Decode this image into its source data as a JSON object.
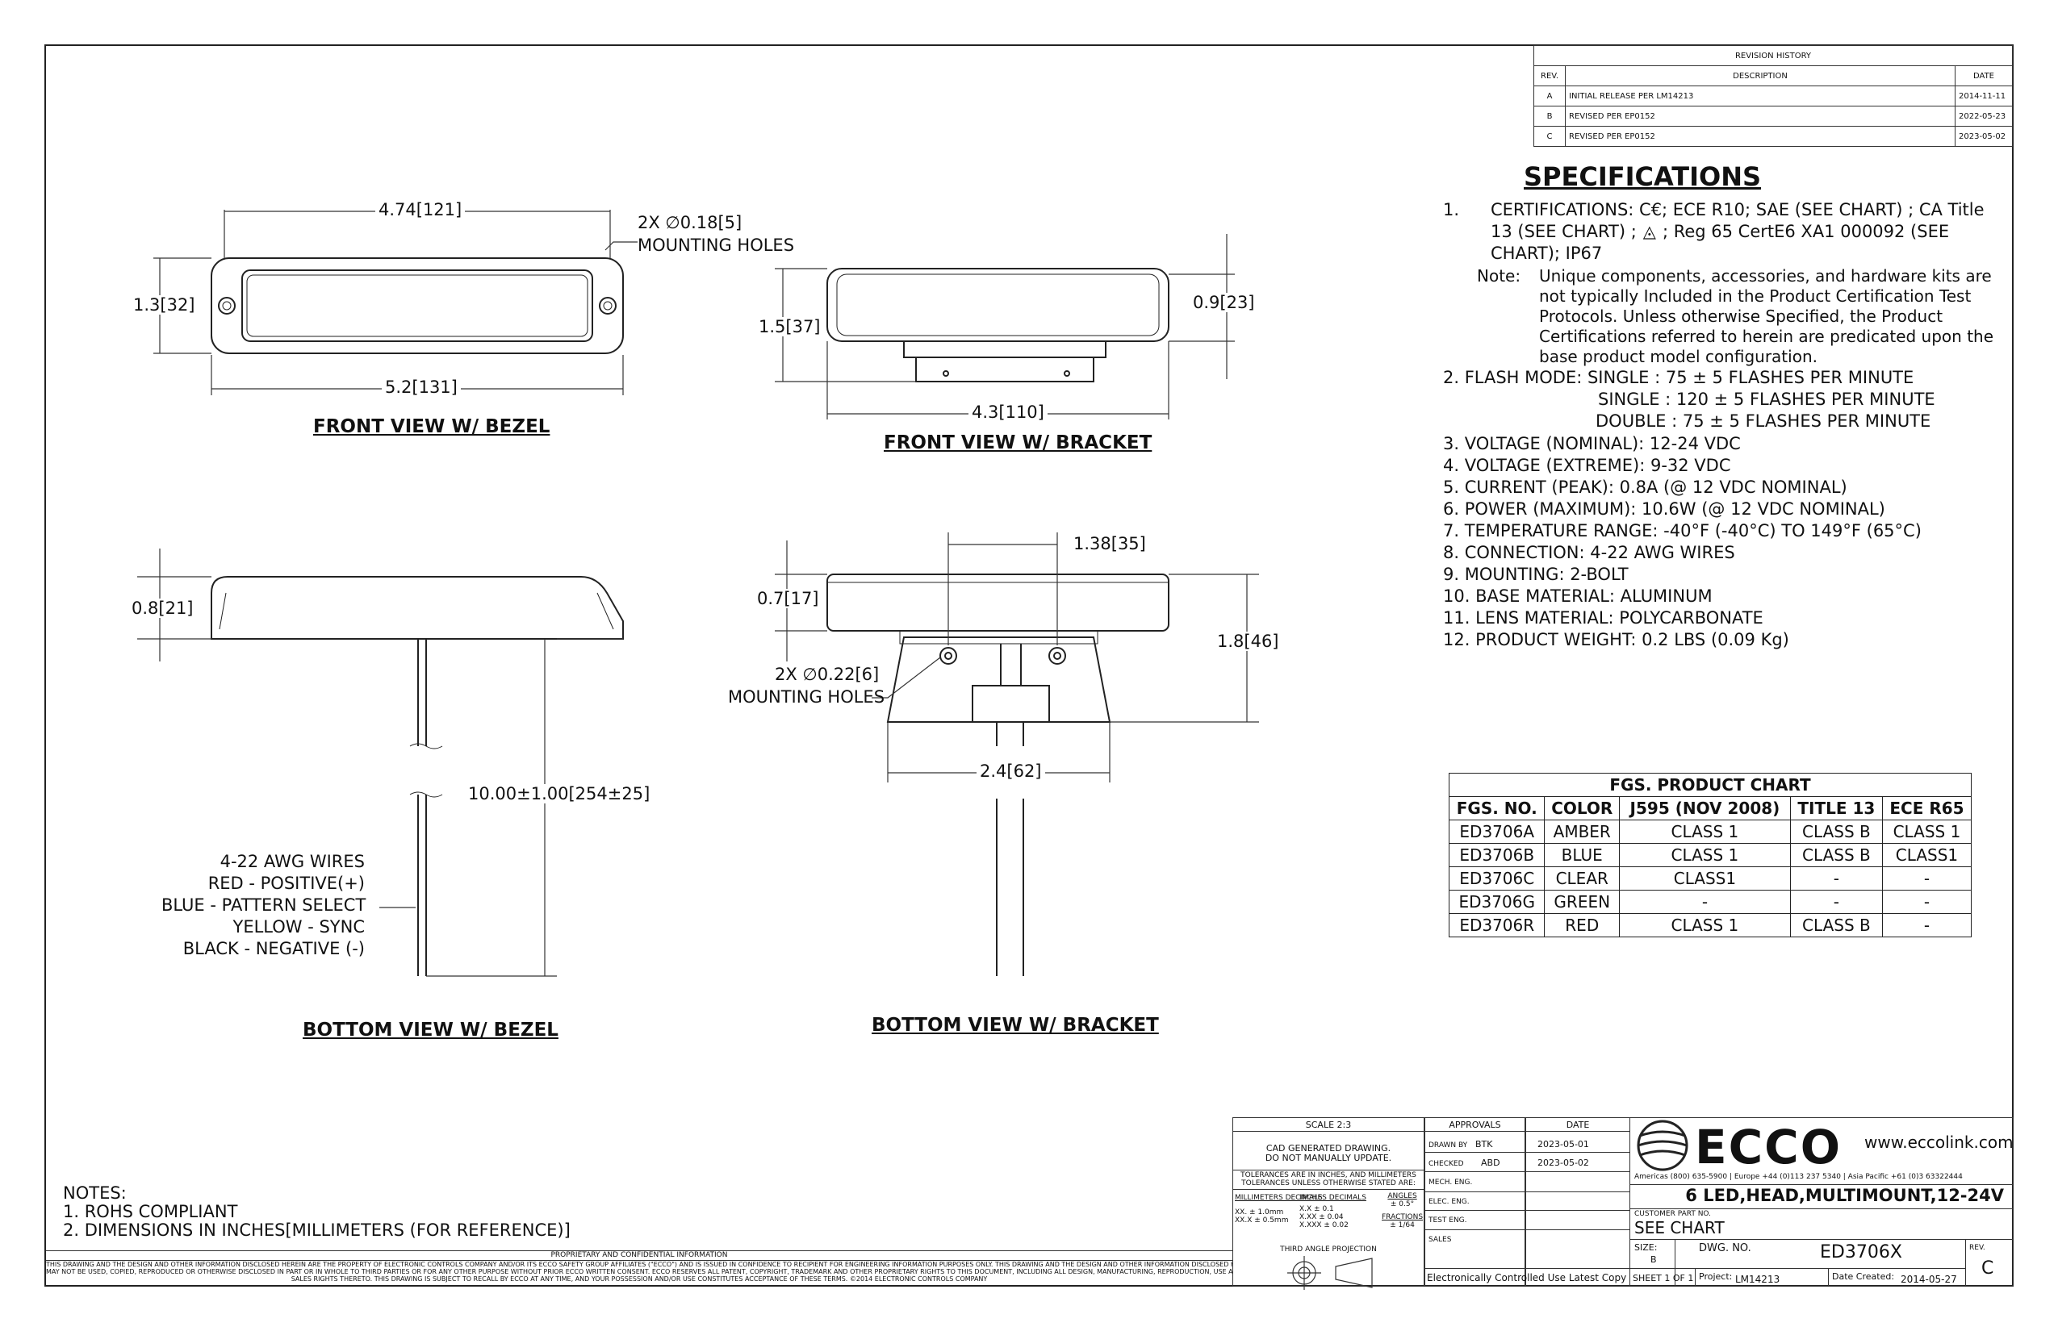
{
  "revision_history": {
    "title": "REVISION HISTORY",
    "headers": {
      "rev": "REV.",
      "description": "DESCRIPTION",
      "date": "DATE"
    },
    "rows": [
      {
        "rev": "A",
        "description": "INITIAL RELEASE PER LM14213",
        "date": "2014-11-11"
      },
      {
        "rev": "B",
        "description": "REVISED PER EP0152",
        "date": "2022-05-23"
      },
      {
        "rev": "C",
        "description": "REVISED PER EP0152",
        "date": "2023-05-02"
      }
    ]
  },
  "views": {
    "front_bezel": {
      "title": "FRONT VIEW W/ BEZEL",
      "width": "4.74[121]",
      "height": "1.3[32]",
      "overall": "5.2[131]",
      "holes_1": "2X ∅0.18[5]",
      "holes_2": "MOUNTING HOLES"
    },
    "front_bracket": {
      "title": "FRONT VIEW W/ BRACKET",
      "height": "1.5[37]",
      "body": "0.9[23]",
      "width": "4.3[110]"
    },
    "bottom_bezel": {
      "title": "BOTTOM VIEW W/ BEZEL",
      "height": "0.8[21]",
      "wire_length": "10.00±1.00[254±25]",
      "wires": [
        "4-22 AWG WIRES",
        "RED - POSITIVE(+)",
        "BLUE - PATTERN SELECT",
        "YELLOW - SYNC",
        "BLACK - NEGATIVE (-)"
      ]
    },
    "bottom_bracket": {
      "title": "BOTTOM VIEW W/ BRACKET",
      "spacing": "1.38[35]",
      "height": "0.7[17]",
      "total": "1.8[46]",
      "holes_1": "2X ∅0.22[6]",
      "holes_2": "MOUNTING HOLES",
      "width": "2.4[62]"
    }
  },
  "specifications": {
    "title": "SPECIFICATIONS",
    "cert_lines": [
      "CERTIFICATIONS: C€; ECE R10; SAE (SEE CHART) ; CA Title",
      "13 (SEE CHART) ;",
      "; Reg 65 CertE6 XA1 000092 (SEE",
      "CHART); IP67"
    ],
    "note_label": "Note:",
    "note_lines": [
      "Unique components, accessories, and hardware kits are",
      "not typically Included in the Product Certification Test",
      "Protocols.  Unless otherwise Specified, the Product",
      "Certifications referred to herein are predicated upon the",
      "base product model configuration."
    ],
    "flash": [
      "2.  FLASH MODE: SINGLE : 75 ± 5 FLASHES PER MINUTE",
      "SINGLE : 120 ± 5 FLASHES PER MINUTE",
      "DOUBLE : 75 ± 5 FLASHES PER MINUTE"
    ],
    "items": [
      "3.  VOLTAGE (NOMINAL): 12-24 VDC",
      "4.  VOLTAGE (EXTREME): 9-32 VDC",
      "5.  CURRENT (PEAK): 0.8A (@ 12 VDC NOMINAL)",
      "6.  POWER (MAXIMUM): 10.6W (@ 12 VDC NOMINAL)",
      "7.  TEMPERATURE RANGE: -40°F (-40°C) TO 149°F (65°C)",
      "8.  CONNECTION: 4-22 AWG WIRES",
      "9.  MOUNTING: 2-BOLT",
      "10. BASE MATERIAL: ALUMINUM",
      "11. LENS MATERIAL: POLYCARBONATE",
      "12. PRODUCT WEIGHT: 0.2 LBS (0.09 Kg)"
    ]
  },
  "product_chart": {
    "title": "FGS. PRODUCT CHART",
    "headers": [
      "FGS. NO.",
      "COLOR",
      "J595 (NOV 2008)",
      "TITLE 13",
      "ECE R65"
    ],
    "rows": [
      [
        "ED3706A",
        "AMBER",
        "CLASS 1",
        "CLASS B",
        "CLASS 1"
      ],
      [
        "ED3706B",
        "BLUE",
        "CLASS 1",
        "CLASS B",
        "CLASS1"
      ],
      [
        "ED3706C",
        "CLEAR",
        "CLASS1",
        "-",
        "-"
      ],
      [
        "ED3706G",
        "GREEN",
        "-",
        "-",
        "-"
      ],
      [
        "ED3706R",
        "RED",
        "CLASS 1",
        "CLASS B",
        "-"
      ]
    ]
  },
  "notes": {
    "title": "NOTES:",
    "lines": [
      "1. ROHS COMPLIANT",
      "2. DIMENSIONS IN INCHES[MILLIMETERS (FOR REFERENCE)]"
    ]
  },
  "proprietary": {
    "title": "PROPRIETARY AND CONFIDENTIAL INFORMATION",
    "lines": [
      "THIS DRAWING AND THE DESIGN AND OTHER INFORMATION DISCLOSED HEREIN ARE THE PROPERTY OF ELECTRONIC CONTROLS COMPANY AND/OR ITS ECCO SAFETY GROUP AFFILIATES (\"ECCO\") AND IS ISSUED IN CONFIDENCE TO RECIPIENT FOR ENGINEERING INFORMATION PURPOSES ONLY. THIS DRAWING AND THE DESIGN AND OTHER INFORMATION DISCLOSED HEREIN",
      "MAY NOT BE USED, COPIED, REPRODUCED OR OTHERWISE DISCLOSED IN PART OR IN WHOLE TO THIRD PARTIES OR FOR ANY OTHER PURPOSE WITHOUT PRIOR ECCO WRITTEN CONSENT.  ECCO RESERVES ALL PATENT, COPYRIGHT, TRADEMARK AND OTHER PROPRIETARY RIGHTS TO THIS DOCUMENT, INCLUDING ALL DESIGN, MANUFACTURING, REPRODUCTION, USE AND",
      "SALES RIGHTS THERETO.  THIS DRAWING IS SUBJECT TO RECALL BY ECCO AT ANY TIME, AND YOUR POSSESSION AND/OR USE CONSTITUTES ACCEPTANCE OF THESE TERMS.  ©2014 ELECTRONIC CONTROLS COMPANY"
    ]
  },
  "title_block": {
    "scale": "SCALE 2:3",
    "cad_1": "CAD GENERATED DRAWING.",
    "cad_2": "DO NOT MANUALLY UPDATE.",
    "tol_1": "TOLERANCES ARE IN INCHES, AND MILLIMETERS",
    "tol_2": "TOLERANCES UNLESS OTHERWISE STATED ARE:",
    "mm_dec": "MILLIMETERS DECIMALS",
    "in_dec": "INCHES DECIMALS",
    "angles": "ANGLES",
    "mm_1": "XX. ±  1.0mm",
    "mm_2": "XX.X ±  0.5mm",
    "in_1": "X.X ± 0.1",
    "in_2": "X.XX ± 0.04",
    "in_3": "X.XXX ± 0.02",
    "ang_val": "± 0.5°",
    "fractions": "FRACTIONS",
    "frac_val": "± 1/64",
    "projection": "THIRD ANGLE PROJECTION",
    "approvals": "APPROVALS",
    "date_h": "DATE",
    "drawn_by": "DRAWN BY",
    "drawn_name": "BTK",
    "drawn_date": "2023-05-01",
    "checked": "CHECKED",
    "checked_name": "ABD",
    "checked_date": "2023-05-02",
    "roles": [
      "MECH. ENG.",
      "ELEC. ENG.",
      "TEST ENG.",
      "SALES"
    ],
    "controlled": "Electronically Controlled Use Latest Copy",
    "brand": "ECCO",
    "website": "www.eccolink.com",
    "contacts": "Americas (800) 635-5900  |  Europe +44 (0)113 237 5340  |  Asia Pacific +61 (0)3 63322444",
    "product": "6 LED,HEAD,MULTIMOUNT,12-24V",
    "customer_label": "CUSTOMER PART NO.",
    "customer_value": "SEE CHART",
    "size_label": "SIZE:",
    "size_value": "B",
    "dwg_label": "DWG. NO.",
    "dwg_value": "ED3706X",
    "rev_label": "REV.",
    "rev_value": "C",
    "sheet": "SHEET 1 OF 1",
    "project_label": "Project:",
    "project_value": "LM14213",
    "created_label": "Date Created:",
    "created_value": "2014-05-27"
  }
}
